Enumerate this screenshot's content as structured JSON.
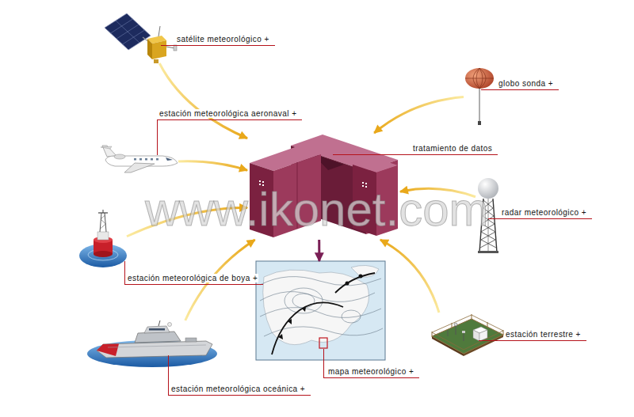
{
  "diagram": {
    "nodes": [
      {
        "text": [
          "satélite meteorológico +"
        ]
      },
      {
        "text": [
          "globo sonda +"
        ]
      },
      {
        "text": [
          "estación meteorológica aeronaval +"
        ]
      },
      {
        "text": [
          "tratamiento de datos"
        ]
      },
      {
        "text": [
          "radar meteorológico +"
        ]
      },
      {
        "text": [
          "estación meteorológica de boya +"
        ]
      },
      {
        "text": [
          "mapa meteorológico +"
        ]
      },
      {
        "text": [
          "estación terrestre +"
        ]
      },
      {
        "text": [
          "estación meteorológica oceánica +"
        ]
      }
    ],
    "edges": [
      {
        "from": 0,
        "to": 3,
        "arrow": "to"
      },
      {
        "from": 1,
        "to": 3,
        "arrow": "to"
      },
      {
        "from": 2,
        "to": 3,
        "arrow": "to"
      },
      {
        "from": 4,
        "to": 3,
        "arrow": "to"
      },
      {
        "from": 5,
        "to": 3,
        "arrow": "to"
      },
      {
        "from": 8,
        "to": 3,
        "arrow": "to"
      },
      {
        "from": 7,
        "to": 3,
        "arrow": "to"
      },
      {
        "from": 3,
        "to": 6,
        "arrow": "to"
      }
    ],
    "labels": [
      "www.ikonet.com"
    ]
  }
}
